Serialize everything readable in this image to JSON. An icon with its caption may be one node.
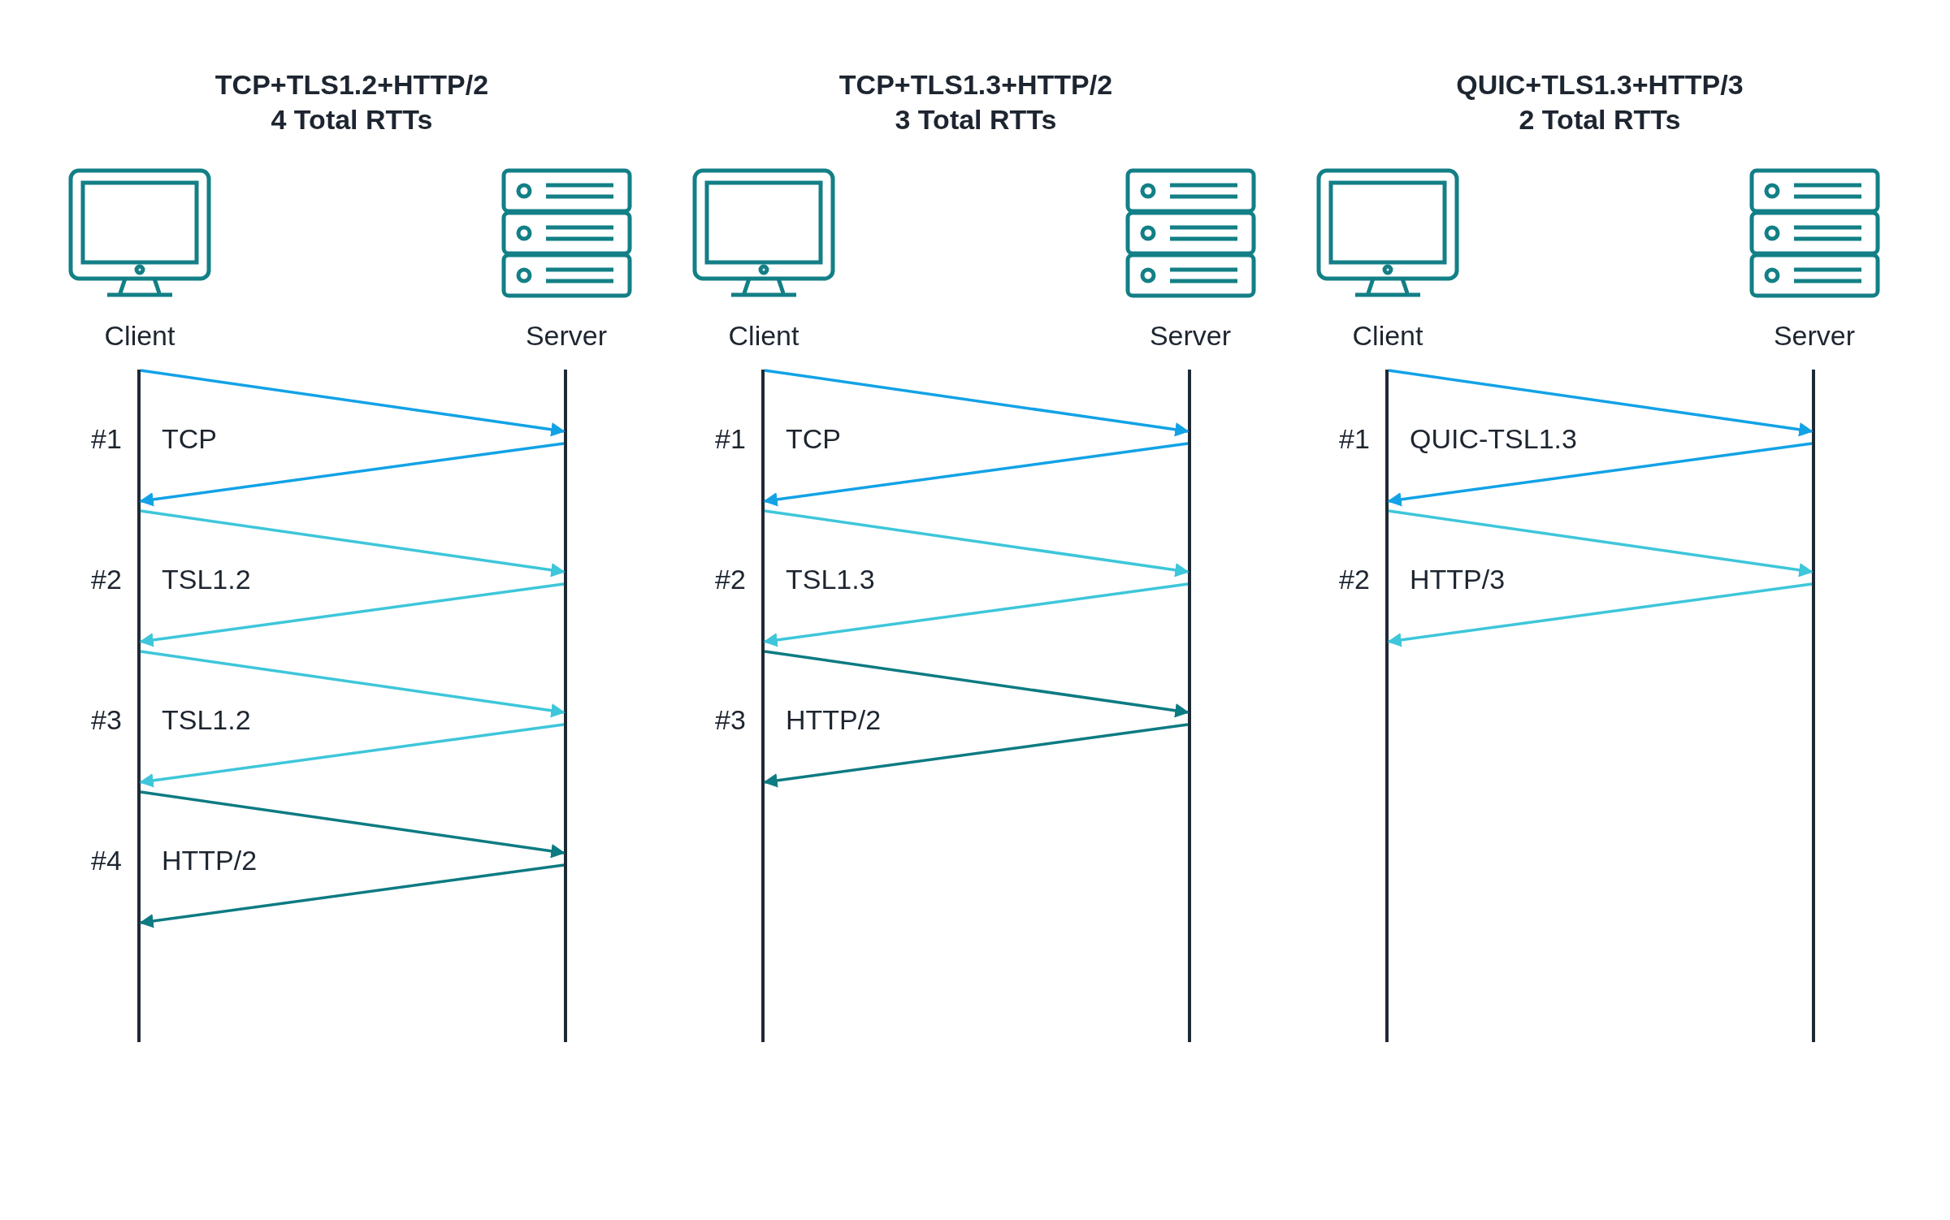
{
  "diagram": {
    "nodes": [
      {
        "text": [
          "Client"
        ]
      },
      {
        "text": [
          "Server"
        ]
      },
      {
        "text": [],
        "shape": "bar"
      },
      {
        "text": [],
        "shape": "bar"
      },
      {
        "text": [
          "Client"
        ]
      },
      {
        "text": [
          "Server"
        ]
      },
      {
        "text": [],
        "shape": "bar"
      },
      {
        "text": [],
        "shape": "bar"
      },
      {
        "text": [
          "Client"
        ]
      },
      {
        "text": [
          "Server"
        ]
      },
      {
        "text": [],
        "shape": "bar"
      },
      {
        "text": [],
        "shape": "bar"
      }
    ],
    "edges": [
      {
        "from": 2,
        "to": 3,
        "arrow": "to",
        "color": "#12a2e6"
      },
      {
        "from": 3,
        "to": 2,
        "arrow": "to",
        "color": "#12a2e6"
      },
      {
        "from": 2,
        "to": 3,
        "arrow": "to"
      },
      {
        "from": 3,
        "to": 2,
        "arrow": "to"
      },
      {
        "from": 2,
        "to": 3,
        "arrow": "to"
      },
      {
        "from": 3,
        "to": 2,
        "arrow": "to"
      },
      {
        "from": 2,
        "to": 3,
        "arrow": "to",
        "color": "#0d7b82"
      },
      {
        "from": 3,
        "to": 2,
        "arrow": "to",
        "color": "#0d7b82"
      },
      {
        "from": 6,
        "to": 7,
        "arrow": "to",
        "color": "#12a2e6"
      },
      {
        "from": 7,
        "to": 6,
        "arrow": "to",
        "color": "#12a2e6"
      },
      {
        "from": 6,
        "to": 7,
        "arrow": "to"
      },
      {
        "from": 7,
        "to": 6,
        "arrow": "to"
      },
      {
        "from": 6,
        "to": 7,
        "arrow": "to",
        "color": "#0d7b82"
      },
      {
        "from": 7,
        "to": 6,
        "arrow": "to",
        "color": "#0d7b82"
      },
      {
        "from": 10,
        "to": 11,
        "arrow": "to",
        "color": "#12a2e6"
      },
      {
        "from": 11,
        "to": 10,
        "arrow": "to",
        "color": "#12a2e6"
      },
      {
        "from": 10,
        "to": 11,
        "arrow": "to"
      },
      {
        "from": 11,
        "to": 10,
        "arrow": "to"
      }
    ],
    "labels": [
      "TCP+TLS1.2+HTTP/2",
      "4 Total RTTs",
      "TCP+TLS1.3+HTTP/2",
      "3 Total RTTs",
      "QUIC+TLS1.3+HTTP/3",
      "2 Total RTTs",
      "#1",
      "TCP",
      "#2",
      "TSL1.2",
      "#3",
      "TSL1.2",
      "#4",
      "HTTP/2",
      "#1",
      "TCP",
      "#2",
      "TSL1.3",
      "#3",
      "HTTP/2",
      "#1",
      "QUIC-TSL1.3",
      "#2",
      "HTTP/3"
    ]
  }
}
